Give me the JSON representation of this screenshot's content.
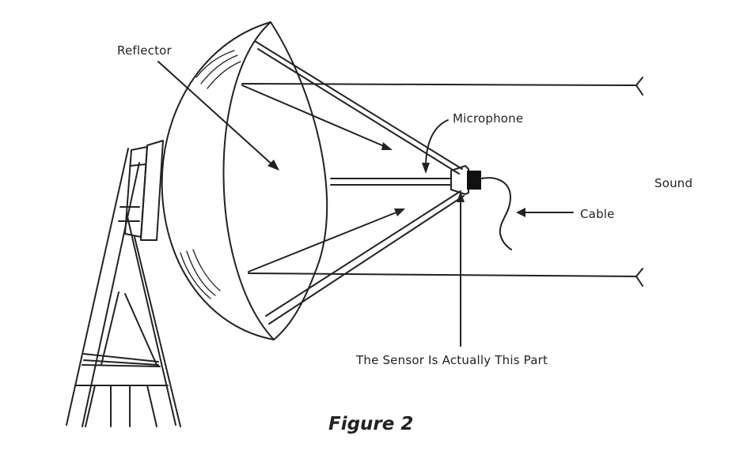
{
  "labels": {
    "reflector": "Reflector",
    "microphone": "Microphone",
    "sound": "Sound",
    "cable": "Cable",
    "sensor": "The Sensor Is Actually This Part"
  },
  "caption": "Figure 2",
  "colors": {
    "ink": "#222222",
    "background": "#ffffff"
  }
}
